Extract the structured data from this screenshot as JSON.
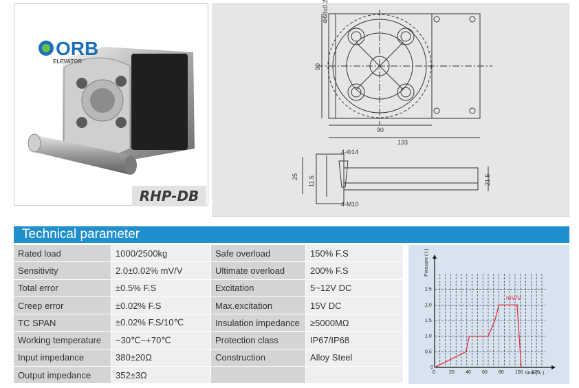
{
  "brand": {
    "letters": "ORB",
    "sub": "ELEVATOR"
  },
  "model": "RHP-DB",
  "drawing": {
    "dim_phi": "Φ68±0.2",
    "dim_90_side": "90",
    "dim_90_bottom": "90",
    "dim_133": "133",
    "dim_holes": "4-Φ14",
    "dim_25": "25",
    "dim_11_5": "11.5",
    "dim_21_5": "21.5",
    "dim_thread": "4-M10"
  },
  "section_title": "Technical parameter",
  "params": [
    {
      "label": "Rated load",
      "value": "1000/2500kg",
      "label2": "Safe overload",
      "value2": "150% F.S"
    },
    {
      "label": "Sensitivity",
      "value": "2.0±0.02% mV/V",
      "label2": "Ultimate overload",
      "value2": "200% F.S"
    },
    {
      "label": "Total error",
      "value": "±0.5% F.S",
      "label2": "Excitation",
      "value2": "5~12V DC"
    },
    {
      "label": "Creep error",
      "value": "±0.02% F.S",
      "label2": "Max.excitation",
      "value2": "15V DC"
    },
    {
      "label": "TC SPAN",
      "value": "±0.02% F.S/10℃",
      "label2": "Insulation impedance",
      "value2": "≥5000MΩ"
    },
    {
      "label": "Working temperature",
      "value": "−30℃~+70℃",
      "label2": "Protection class",
      "value2": "IP67/IP68"
    },
    {
      "label": "Input impedance",
      "value": "380±20Ω",
      "label2": "Construction",
      "value2": "Alloy Steel"
    },
    {
      "label": "Output impedance",
      "value": "352±3Ω",
      "label2": "",
      "value2": ""
    }
  ],
  "chart_data": {
    "type": "line",
    "ylabel": "Pressure ( t )",
    "xlabel": "time ( s )",
    "series_label": "mV/V",
    "x_ticks": [
      "0",
      "20",
      "40",
      "60",
      "80",
      "100",
      "120"
    ],
    "y_ticks": [
      "0.5",
      "1.0",
      "1.5",
      "2.0",
      "2.5"
    ],
    "xlim": [
      0,
      135
    ],
    "ylim": [
      0,
      3.0
    ],
    "grid": true,
    "line_color": "#e0303a",
    "series": [
      {
        "x": [
          0,
          38,
          42,
          52,
          60,
          65,
          73,
          78,
          95,
          100,
          105
        ],
        "y": [
          0,
          0.5,
          1.0,
          1.0,
          1.0,
          1.0,
          1.5,
          2.0,
          2.0,
          2.0,
          0
        ]
      }
    ]
  }
}
